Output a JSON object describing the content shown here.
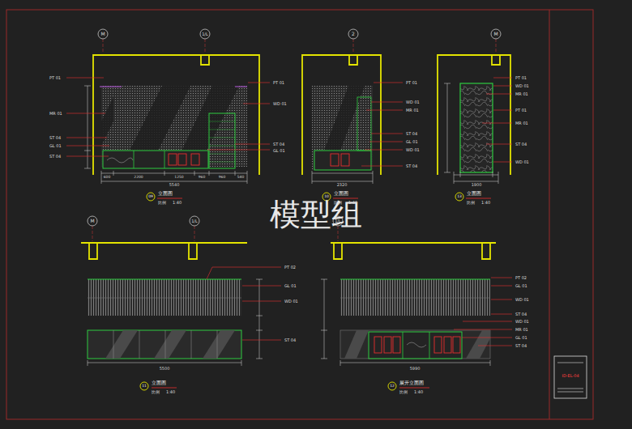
{
  "diagram": {
    "labels": [
      "模型组",
      "M",
      "1/L",
      "2",
      "M",
      "M",
      "1/L",
      "1/L",
      "09",
      "立面图",
      "比例",
      "1:40",
      "10",
      "立面图",
      "比例",
      "1:40",
      "13",
      "立面图",
      "比例",
      "1:40",
      "11",
      "立面图",
      "比例",
      "1:40",
      "12",
      "展开立面图",
      "比例",
      "1:40",
      "5540",
      "2320",
      "1900",
      "5500",
      "5990",
      "600",
      "2200",
      "1250",
      "960",
      "960",
      "540",
      "PT 01",
      "WD 01",
      "ST 04",
      "GL 01",
      "PT 01",
      "MR 01",
      "ST 04",
      "GL 01",
      "ST 04",
      "PT 01",
      "WD 01",
      "MR 01",
      "ST 04",
      "GL 01",
      "WD 01",
      "ST 04",
      "PT 01",
      "WD 01",
      "MR 01",
      "PT 01",
      "MR 01",
      "ST 04",
      "WD 01",
      "PT 02",
      "GL 01",
      "WD 01",
      "ST 04",
      "PT 02",
      "GL 01",
      "WD 01",
      "ST 04",
      "WD 01",
      "MR 01",
      "GL 01",
      "ST 04",
      "ID-EL-04"
    ]
  }
}
